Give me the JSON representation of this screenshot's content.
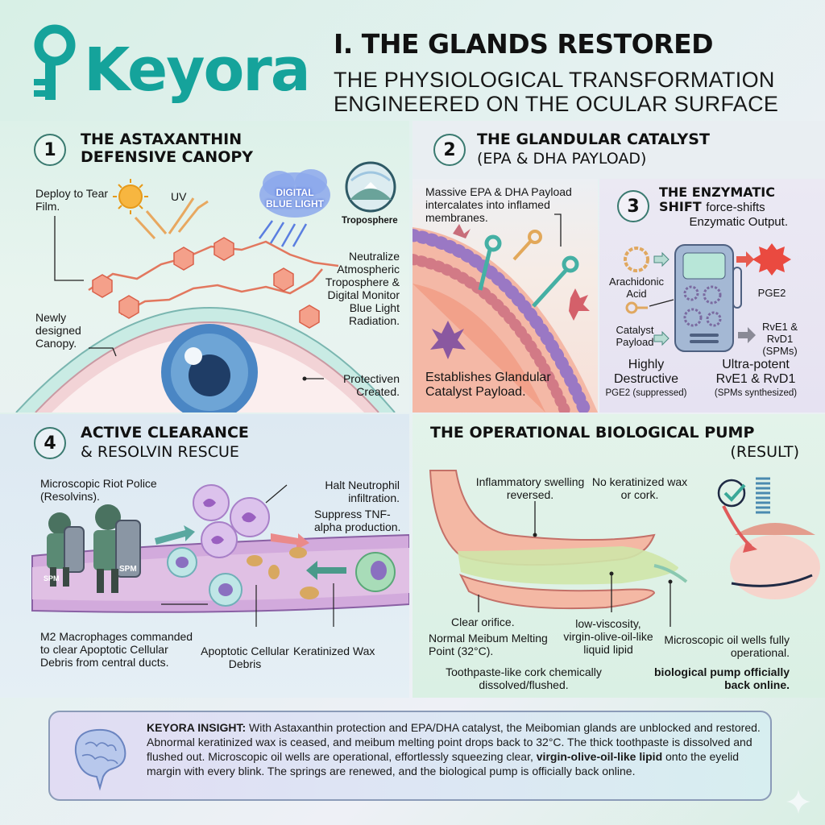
{
  "brand": {
    "logo_text": "Keyora",
    "brand_color": "#15a39b"
  },
  "header": {
    "title": "I. THE GLANDS RESTORED",
    "subtitle_line1": "THE PHYSIOLOGICAL TRANSFORMATION",
    "subtitle_line2": "ENGINEERED ON THE OCULAR SURFACE"
  },
  "sections": {
    "s1": {
      "number": "1",
      "title_line1": "THE ASTAXANTHIN",
      "title_line2": "DEFENSIVE CANOPY",
      "labels": {
        "deploy": "Deploy to Tear Film.",
        "uv": "UV",
        "blue_light": "DIGITAL BLUE LIGHT",
        "troposphere": "Troposphere",
        "neutralize": "Neutralize Atmospheric Troposphere & Digital Monitor Blue Light Radiation.",
        "canopy": "Newly designed Canopy.",
        "protective": "Protectiven Created."
      }
    },
    "s2": {
      "number": "2",
      "title": "THE GLANDULAR CATALYST",
      "subtitle": "(EPA & DHA PAYLOAD)",
      "labels": {
        "payload": "Massive EPA & DHA Payload intercalates into inflamed membranes.",
        "establishes": "Establishes Glandular Catalyst Payload."
      }
    },
    "s3": {
      "number": "3",
      "title_line1": "THE ENZYMATIC",
      "title_line2": "SHIFT",
      "title_tail": "force-shifts",
      "title_line3": "Enzymatic Output.",
      "labels": {
        "arachidonic": "Arachidonic Acid",
        "catalyst": "Catalyst Payload",
        "pge2": "PGE2",
        "rve1": "RvE1 & RvD1 (SPMs)",
        "highly": "Highly Destructive",
        "highly_sub": "PGE2 (suppressed)",
        "ultra": "Ultra-potent RvE1 & RvD1",
        "ultra_sub": "(SPMs synthesized)"
      }
    },
    "s4": {
      "number": "4",
      "title_line1": "ACTIVE CLEARANCE",
      "title_line2": "& RESOLVIN RESCUE",
      "labels": {
        "riot": "Microscopic Riot Police (Resolvins).",
        "halt": "Halt Neutrophil infiltration.",
        "suppress": "Suppress TNF-alpha production.",
        "shield1": "SPM",
        "shield2": "SPM",
        "macrophages": "M2 Macrophages commanded to clear Apoptotic Cellular Debris from central ducts.",
        "apoptotic": "Apoptotic Cellular Debris",
        "wax": "Keratinized Wax"
      }
    },
    "s5": {
      "title": "THE OPERATIONAL BIOLOGICAL PUMP",
      "subtitle": "(RESULT)",
      "labels": {
        "inflammatory": "Inflammatory swelling reversed.",
        "no_wax": "No keratinized wax or cork.",
        "orifice": "Clear orifice.",
        "melting": "Normal Meibum Melting Point (32°C).",
        "viscosity": "low-viscosity, virgin-olive-oil-like liquid lipid",
        "oil_wells": "Microscopic oil wells fully operational.",
        "toothpaste": "Toothpaste-like cork chemically dissolved/flushed.",
        "pump": "biological pump officially back online."
      }
    }
  },
  "insight": {
    "label": "KEYORA INSIGHT:",
    "text_a": " With Astaxanthin protection and EPA/DHA catalyst, the Meibomian glands are unblocked and restored. Abnormal keratinized wax is ceased, and meibum melting point drops back to 32°C. The thick toothpaste is dissolved and flushed out. Microscopic oil wells are operational, effortlessly squeezing clear, ",
    "bold_phrase": "virgin-olive-oil-like lipid",
    "text_b": " onto the eyelid margin with every blink. The springs are renewed, and the biological pump is officially back online."
  },
  "icons": {
    "logo": "key-icon",
    "sun": "sun-icon",
    "cloud": "cloud-icon",
    "mountain": "mountain-icon",
    "eye": "eye-icon",
    "key": "key-icon",
    "enzyme": "machine-icon",
    "neutrophil": "cell-icon",
    "police": "riot-police-icon",
    "check": "check-icon",
    "spring": "spring-icon",
    "brain": "brain-icon",
    "sparkle": "sparkle-icon"
  }
}
